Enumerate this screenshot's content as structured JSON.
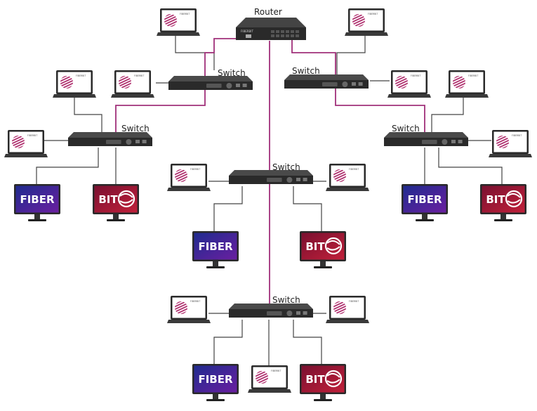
{
  "labels": {
    "router": "Router",
    "switch": "Switch"
  },
  "brand": {
    "laptop_logo_text": "FIBERBIT",
    "router_logo_text": "FIBERBIT",
    "monitor_fiber_text": "FIBER",
    "monitor_bit_text": "BIT"
  },
  "colors": {
    "uplink": "#a0307a",
    "link": "#444444",
    "device_body": "#2a2a2a",
    "fiber_screen_from": "#1f2b8f",
    "fiber_screen_to": "#6a1fa0",
    "bit_screen_from": "#7a1030",
    "bit_screen_to": "#c0203a",
    "logo": "#b0306f"
  },
  "nodes": {
    "router": {
      "label": "Router",
      "type": "router"
    },
    "switches": [
      {
        "id": "switch-upper-left",
        "label": "Switch"
      },
      {
        "id": "switch-upper-right",
        "label": "Switch"
      },
      {
        "id": "switch-left",
        "label": "Switch"
      },
      {
        "id": "switch-right",
        "label": "Switch"
      },
      {
        "id": "switch-center",
        "label": "Switch"
      },
      {
        "id": "switch-bottom",
        "label": "Switch"
      }
    ],
    "monitors": [
      "FIBER",
      "BIT",
      "FIBER",
      "BIT",
      "FIBER",
      "BIT",
      "FIBER",
      "BIT"
    ]
  }
}
